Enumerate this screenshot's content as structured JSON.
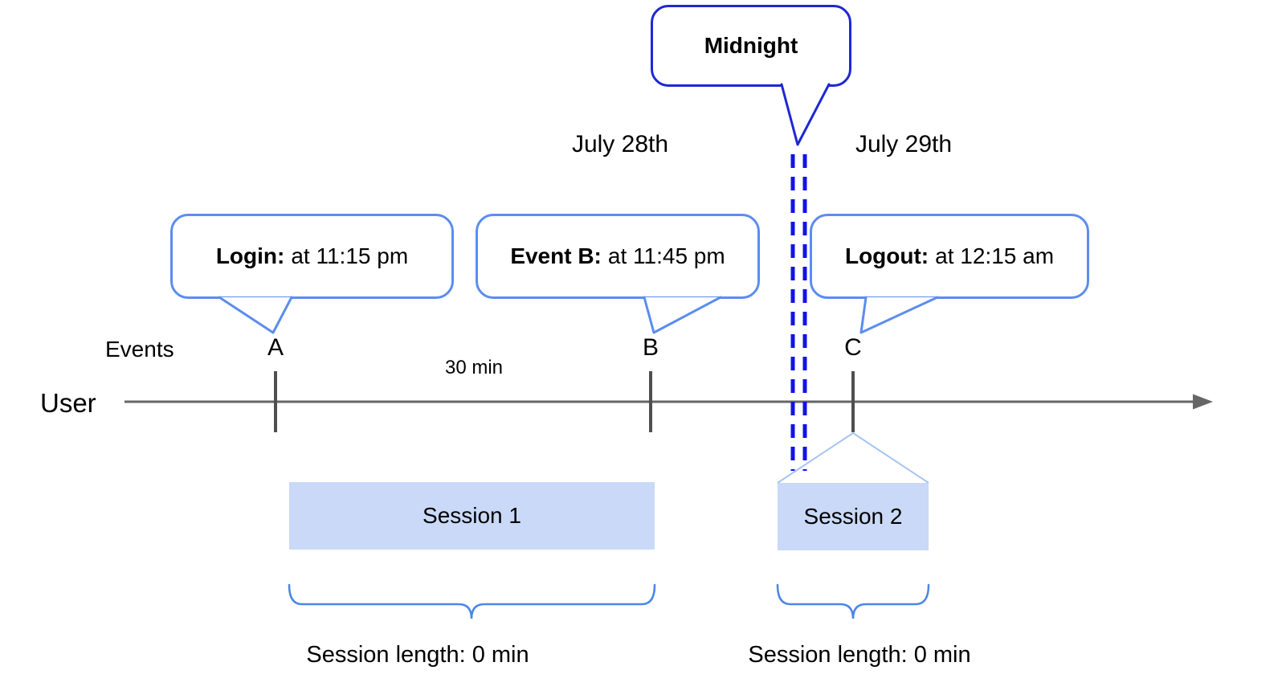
{
  "diagram": {
    "annotation_bubbles": {
      "midnight": {
        "label": "Midnight"
      }
    },
    "dates": {
      "before_midnight": "July 28th",
      "after_midnight": "July 29th"
    },
    "axis": {
      "events_label": "Events",
      "user_label": "User",
      "interval_label": "30 min"
    },
    "events": [
      {
        "letter": "A",
        "title": "Login:",
        "detail": "at 11:15 pm"
      },
      {
        "letter": "B",
        "title": "Event B:",
        "detail": "at 11:45 pm"
      },
      {
        "letter": "C",
        "title": "Logout:",
        "detail": "at 12:15 am"
      }
    ],
    "sessions": [
      {
        "label": "Session 1",
        "length_label": "Session length: 0 min"
      },
      {
        "label": "Session 2",
        "length_label": "Session length: 0 min"
      }
    ],
    "colors": {
      "dark_blue": "#1e28d2",
      "dash_blue": "#1212e6",
      "bubble_border_blue": "#5b8def",
      "brace_blue": "#4a86e8",
      "roof_blue": "#a8c5f0",
      "session_fill": "#c9d9f7",
      "timeline_gray": "#666666",
      "tick_gray": "#4f4f4f",
      "text_black": "#000000"
    }
  }
}
